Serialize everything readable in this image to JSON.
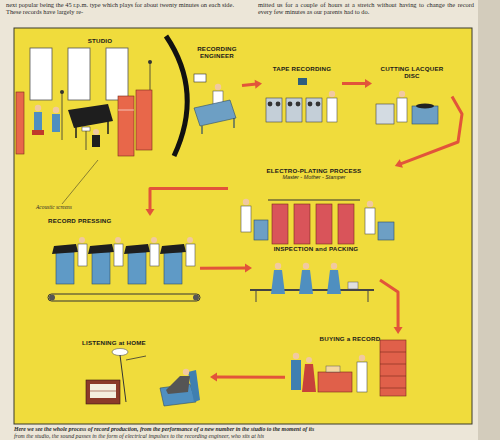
{
  "diagram": {
    "caption": "Here we see the whole process of record production, from the performance of a new number in the studio to the moment of its",
    "nodes": [
      {
        "text": [
          "STUDIO"
        ]
      },
      {
        "text": [
          "RECORDING ENGINEER"
        ]
      },
      {
        "text": [
          "TAPE RECORDING"
        ]
      },
      {
        "text": [
          "CUTTING LACQUER DISC"
        ]
      },
      {
        "text": [
          "ELECTRO-PLATING PROCESS",
          "Master - Mother - Stamper"
        ]
      },
      {
        "text": [
          "RECORD PRESSING"
        ]
      },
      {
        "text": [
          "INSPECTION and PACKING"
        ]
      },
      {
        "text": [
          "BUYING a RECORD"
        ]
      },
      {
        "text": [
          "LISTENING at HOME"
        ]
      }
    ],
    "edges": [
      {
        "from": 1,
        "to": 2,
        "arrow": "to"
      },
      {
        "from": 2,
        "to": 3,
        "arrow": "to"
      },
      {
        "from": 3,
        "to": 4,
        "arrow": "to"
      },
      {
        "from": 4,
        "to": 5,
        "arrow": "to"
      },
      {
        "from": 5,
        "to": 6,
        "arrow": "to"
      },
      {
        "from": 6,
        "to": 7,
        "arrow": "to"
      },
      {
        "from": 7,
        "to": 8,
        "arrow": "to"
      }
    ],
    "labels": [
      "next popular being the 45 r.p.m. type which plays for about twenty minutes on each side. These records have largely re-",
      "mitted us for a couple of hours at a stretch without having to change the record every few minutes as our parents had to do.",
      "Acoustic screens",
      "from the studio, the sound passes in the form of electrical impulses to the recording engineer, who sits at his"
    ]
  }
}
